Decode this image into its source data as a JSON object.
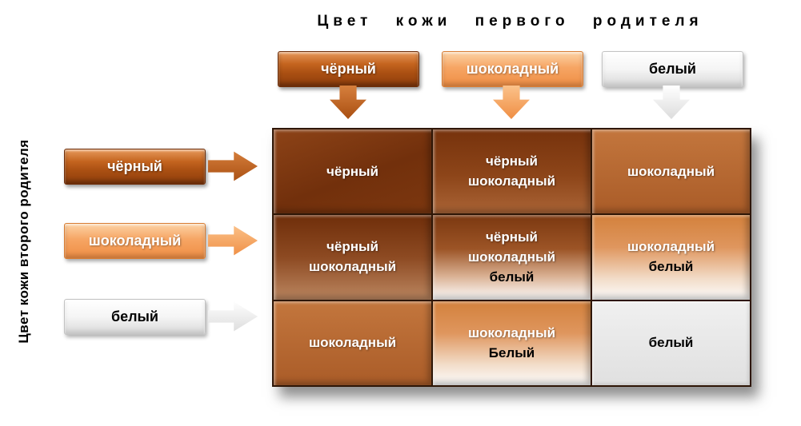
{
  "titles": {
    "top": "Цвет кожи первого родителя",
    "left": "Цвет кожи второго родителя"
  },
  "columns": [
    {
      "label": "чёрный",
      "color": "#a94f12"
    },
    {
      "label": "шоколадный",
      "color": "#f6a564"
    },
    {
      "label": "белый",
      "color": "#f5f5f5"
    }
  ],
  "rows": [
    {
      "label": "чёрный",
      "color": "#a94f12"
    },
    {
      "label": "шоколадный",
      "color": "#f6a564"
    },
    {
      "label": "белый",
      "color": "#f5f5f5"
    }
  ],
  "icons": {
    "down_arrow": "block-arrow-down",
    "right_arrow": "block-arrow-right"
  },
  "grid": [
    [
      {
        "lines": [
          "чёрный"
        ]
      },
      {
        "lines": [
          "чёрный",
          "шоколадный"
        ]
      },
      {
        "lines": [
          "шоколадный"
        ]
      }
    ],
    [
      {
        "lines": [
          "чёрный",
          "шоколадный"
        ]
      },
      {
        "lines": [
          "чёрный",
          "шоколадный",
          "белый"
        ]
      },
      {
        "lines": [
          "шоколадный",
          "белый"
        ]
      }
    ],
    [
      {
        "lines": [
          "шоколадный"
        ]
      },
      {
        "lines": [
          "шоколадный",
          "Белый"
        ]
      },
      {
        "lines": [
          "белый"
        ]
      }
    ]
  ]
}
